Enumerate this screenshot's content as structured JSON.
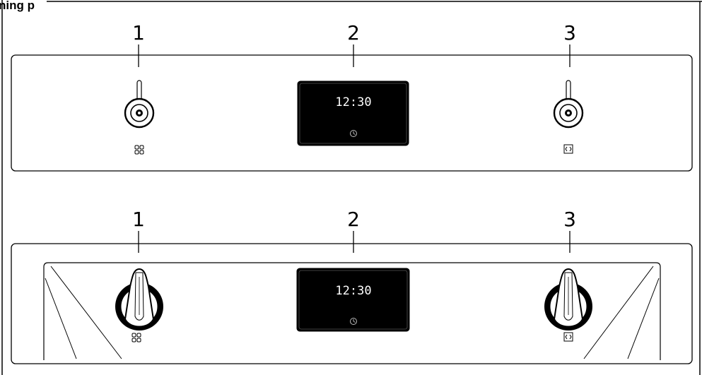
{
  "heading": "ning p",
  "panel_top": {
    "callouts": [
      "1",
      "2",
      "3"
    ],
    "display_time": "12:30"
  },
  "panel_bottom": {
    "callouts": [
      "1",
      "2",
      "3"
    ],
    "display_time": "12:30"
  },
  "icons": {
    "left_knob_symbol": "four-zones-icon",
    "right_knob_symbol": "oven-function-icon",
    "display_symbol": "clock-icon"
  },
  "colors": {
    "display_bg": "#000000",
    "display_text": "#ffffff",
    "line": "#000000"
  }
}
